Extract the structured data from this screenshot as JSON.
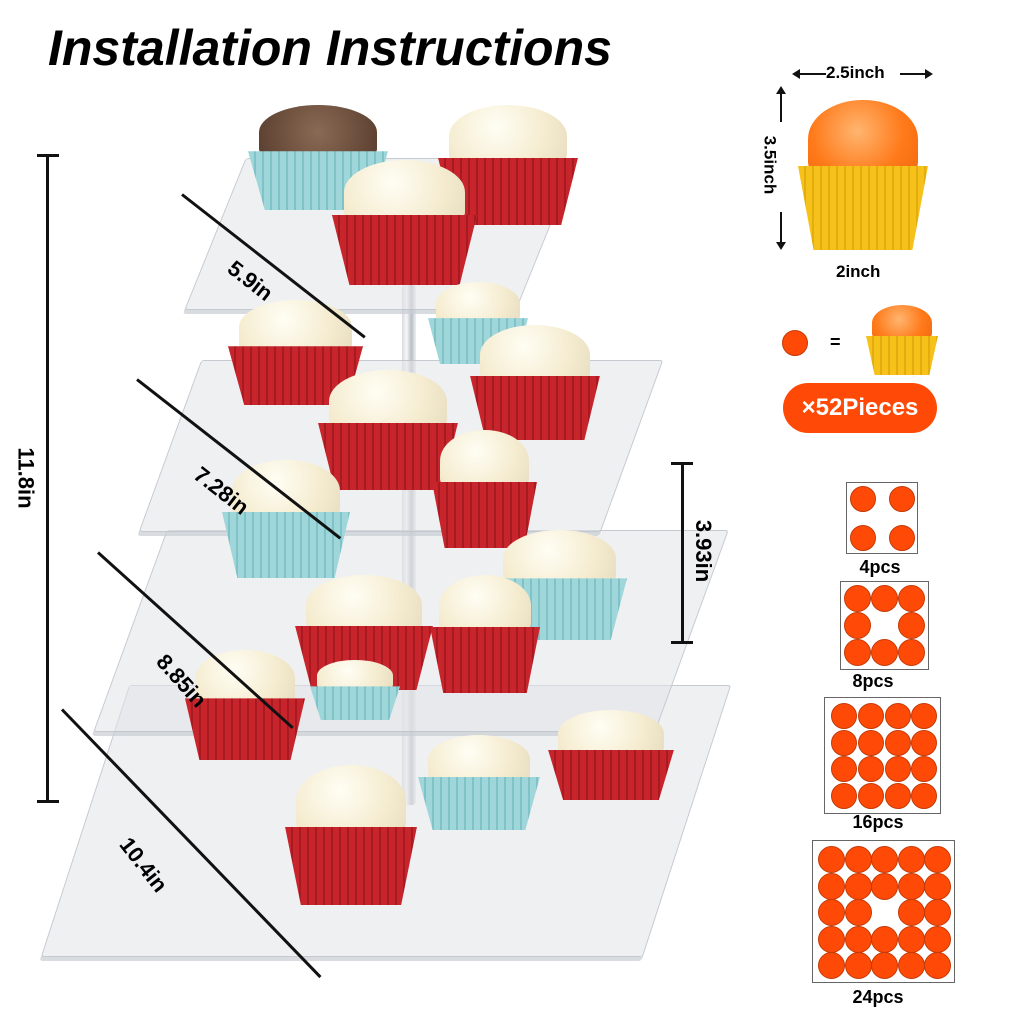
{
  "title": "Installation Instructions",
  "stand": {
    "tiers": 4,
    "total_height": "11.8in",
    "tier_spacing": "3.93in",
    "tier_widths": [
      "5.9in",
      "7.28in",
      "8.85in",
      "10.4in"
    ]
  },
  "cupcake_size": {
    "width_top": "2.5inch",
    "height": "3.5inch",
    "base_width": "2inch"
  },
  "legend": {
    "equals": "=",
    "total_badge": "×52Pieces",
    "badge_color": "#fe4a06"
  },
  "capacity": [
    {
      "label": "4pcs",
      "count": 4
    },
    {
      "label": "8pcs",
      "count": 8
    },
    {
      "label": "16pcs",
      "count": 16
    },
    {
      "label": "24pcs",
      "count": 24
    }
  ]
}
